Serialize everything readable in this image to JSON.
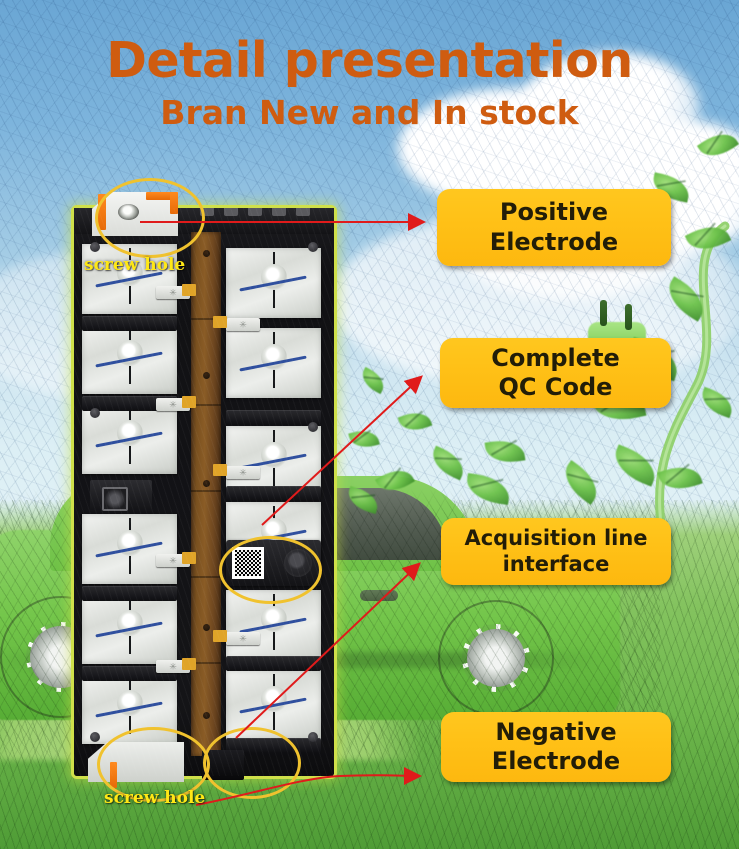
{
  "header": {
    "title": "Detail presentation",
    "subtitle": "Bran New and In stock"
  },
  "colors": {
    "title_orange": "#CF5C10",
    "callout_gold": "#FFC117",
    "callout_text": "#221D08",
    "screw_label_yellow": "#FFE816",
    "ellipse_yellow": "#F0C22E",
    "arrow_red": "#E01B1B",
    "sky_blue": "#79B0D8",
    "grass_green": "#6FB84D",
    "module_glow": "#CFE04A"
  },
  "callouts": [
    {
      "id": "positive",
      "label": "Positive\nElectrode",
      "line1": "Positive",
      "line2": "Electrode"
    },
    {
      "id": "qc",
      "label": "Complete\nQC Code",
      "line1": "Complete",
      "line2": "QC Code"
    },
    {
      "id": "acquisition",
      "label": "Acquisition line\ninterface",
      "line1": "Acquisition line",
      "line2": "interface"
    },
    {
      "id": "negative",
      "label": "Negative\nElectrode",
      "line1": "Negative",
      "line2": "Electrode"
    }
  ],
  "annotations": {
    "screw_hole_top": "screw hole",
    "screw_hole_bottom": "screw hole",
    "highlight_circles": 4,
    "arrows": 4
  },
  "scene": {
    "subject": "ev-battery-module-photo",
    "background": "sketch-style blue sky with clouds, green grass, green electric car and charging cable with leaves"
  }
}
